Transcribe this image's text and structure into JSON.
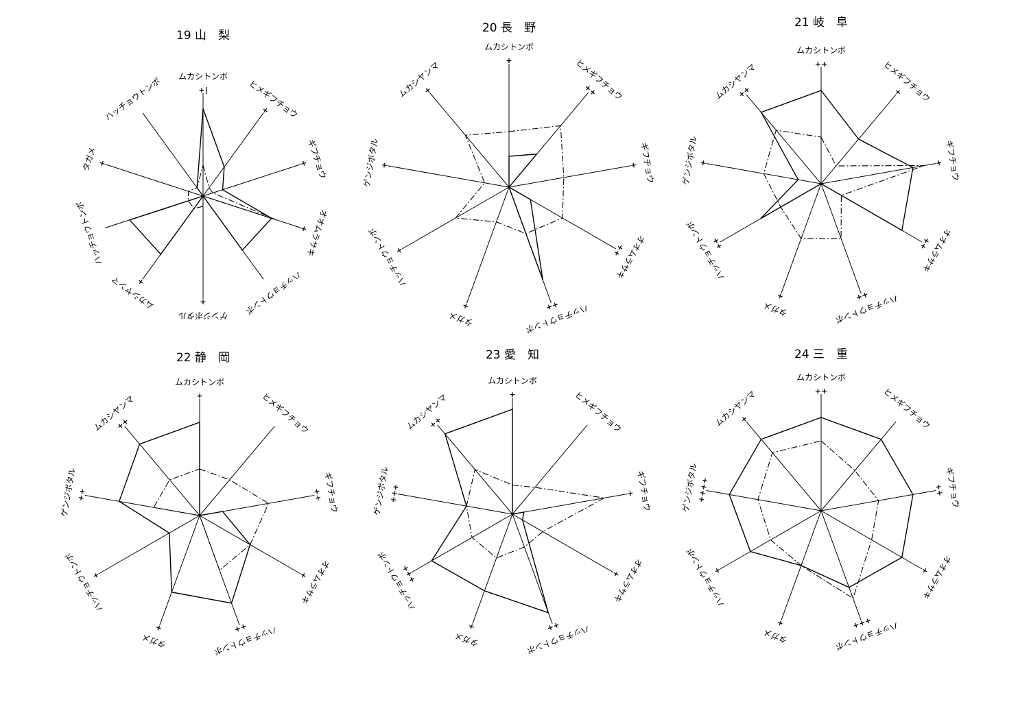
{
  "chart_data": [
    {
      "type": "radar",
      "title": "19 山　梨",
      "axes": [
        {
          "label": "ムカシトンボ",
          "mark": "+|"
        },
        {
          "label": "ヒメギフチョウ",
          "mark": "+"
        },
        {
          "label": "ギフチョウ",
          "mark": "+"
        },
        {
          "label": "オオムラサキ",
          "mark": "+"
        },
        {
          "label": "ハッチョウトンボ",
          "mark": ""
        },
        {
          "label": "ゲンジボタル",
          "mark": "+"
        },
        {
          "label": "ムカシヤンマ",
          "mark": "+"
        },
        {
          "label": "ハッチョウトンボ",
          "mark": ""
        },
        {
          "label": "タガメ",
          "mark": "+"
        },
        {
          "label": "ハッチョウトンボ",
          "mark": ""
        }
      ],
      "series": [
        {
          "style": "solid",
          "values": [
            0.85,
            0.35,
            0.2,
            0.7,
            0.65,
            0,
            0.7,
            0.75,
            0,
            0.1
          ]
        },
        {
          "style": "dashdot",
          "values": [
            0.3,
            0.1,
            0.1,
            0.75,
            0,
            0.1,
            0.15,
            0.15,
            0.15,
            0.1
          ]
        }
      ]
    },
    {
      "type": "radar",
      "title": "20 長　野",
      "axes": [
        {
          "label": "ムカシトンボ",
          "mark": "+"
        },
        {
          "label": "ヒメギフチョウ",
          "mark": "++"
        },
        {
          "label": "ギフチョウ",
          "mark": "+"
        },
        {
          "label": "オオムラサキ",
          "mark": "++"
        },
        {
          "label": "ハッチョウトンボ",
          "mark": "++"
        },
        {
          "label": "タガメ",
          "mark": "+"
        },
        {
          "label": "ハッチョウトンボ",
          "mark": "+"
        },
        {
          "label": "ゲンジボタル",
          "mark": "+"
        },
        {
          "label": "ムカシヤンマ",
          "mark": "+"
        }
      ],
      "series": [
        {
          "style": "solid",
          "values": [
            0.25,
            0.35,
            0,
            0.2,
            0.8,
            0,
            0,
            0,
            0
          ]
        },
        {
          "style": "dashdot",
          "values": [
            0.45,
            0.65,
            0.45,
            0.5,
            0.4,
            0.3,
            0.5,
            0.2,
            0.55
          ]
        }
      ]
    },
    {
      "type": "radar",
      "title": "21 岐　阜",
      "axes": [
        {
          "label": "ムカシトンボ",
          "mark": "++"
        },
        {
          "label": "ヒメギフチョウ",
          "mark": "+"
        },
        {
          "label": "ギフチョウ",
          "mark": "+"
        },
        {
          "label": "オオムラサキ",
          "mark": "++"
        },
        {
          "label": "ハッチョウトンボ",
          "mark": "++"
        },
        {
          "label": "タガメ",
          "mark": "+"
        },
        {
          "label": "ハッチョウトンボ",
          "mark": "++"
        },
        {
          "label": "ゲンジボタル",
          "mark": "+"
        },
        {
          "label": "ムカシヤンマ",
          "mark": "++"
        }
      ],
      "series": [
        {
          "style": "solid",
          "values": [
            0.8,
            0.5,
            0.8,
            0.8,
            0,
            0,
            0.6,
            0.2,
            0.8
          ]
        },
        {
          "style": "dashdot",
          "values": [
            0.4,
            0.2,
            0.9,
            0.2,
            0.5,
            0.5,
            0.4,
            0.5,
            0.6
          ]
        }
      ]
    },
    {
      "type": "radar",
      "title": "22 静　岡",
      "axes": [
        {
          "label": "ムカシトンボ",
          "mark": "+"
        },
        {
          "label": "ヒメギフチョウ",
          "mark": ""
        },
        {
          "label": "ギフチョウ",
          "mark": "++"
        },
        {
          "label": "オオムラサキ",
          "mark": "+"
        },
        {
          "label": "ハッチョウトンボ",
          "mark": "++"
        },
        {
          "label": "タガメ",
          "mark": "+"
        },
        {
          "label": "ハッチョウトンボ",
          "mark": "+"
        },
        {
          "label": "ゲンジボタル",
          "mark": "++"
        },
        {
          "label": "ムカシヤンマ",
          "mark": "++"
        }
      ],
      "series": [
        {
          "style": "solid",
          "values": [
            0.8,
            0,
            0.2,
            0.5,
            0.8,
            0.7,
            0.3,
            0.7,
            0.8
          ]
        },
        {
          "style": "dashdot",
          "values": [
            0.4,
            0.4,
            0.6,
            0.5,
            0.5,
            0,
            0,
            0.4,
            0.4
          ]
        }
      ]
    },
    {
      "type": "radar",
      "title": "23 愛　知",
      "axes": [
        {
          "label": "ムカシトンボ",
          "mark": "+"
        },
        {
          "label": "ヒメギフチョウ",
          "mark": ""
        },
        {
          "label": "ギフチョウ",
          "mark": "+"
        },
        {
          "label": "オオムラサキ",
          "mark": "+"
        },
        {
          "label": "ハッチョウトンボ",
          "mark": "++"
        },
        {
          "label": "タガメ",
          "mark": "+"
        },
        {
          "label": "ハッチョウトンボ",
          "mark": "+++"
        },
        {
          "label": "ゲンジボタル",
          "mark": "+++"
        },
        {
          "label": "ムカシヤンマ",
          "mark": "++"
        }
      ],
      "series": [
        {
          "style": "solid",
          "values": [
            0.9,
            0,
            0.1,
            0.1,
            0.9,
            0.7,
            0.8,
            0.4,
            0.9
          ]
        },
        {
          "style": "dashdot",
          "values": [
            0.25,
            0.3,
            0.8,
            0.3,
            0.3,
            0.4,
            0.4,
            0.4,
            0.5
          ]
        }
      ]
    },
    {
      "type": "radar",
      "title": "24 三　重",
      "axes": [
        {
          "label": "ムカシトンボ",
          "mark": "++"
        },
        {
          "label": "ヒメギフチョウ",
          "mark": ""
        },
        {
          "label": "ギフチョウ",
          "mark": "++"
        },
        {
          "label": "オオムラサキ",
          "mark": "+"
        },
        {
          "label": "ハッチョウトンボ",
          "mark": "+++"
        },
        {
          "label": "タガメ",
          "mark": "+"
        },
        {
          "label": "ハッチョウトンボ",
          "mark": "+"
        },
        {
          "label": "ゲンジボタル",
          "mark": "++++"
        },
        {
          "label": "ムカシヤンマ",
          "mark": "+"
        }
      ],
      "series": [
        {
          "style": "solid",
          "values": [
            0.8,
            0.8,
            0.8,
            0.8,
            0.7,
            0.5,
            0.7,
            0.8,
            0.8
          ]
        },
        {
          "style": "dashdot",
          "values": [
            0.6,
            0.45,
            0.5,
            0.5,
            0.8,
            0.5,
            0.5,
            0.55,
            0.65
          ]
        }
      ]
    }
  ]
}
